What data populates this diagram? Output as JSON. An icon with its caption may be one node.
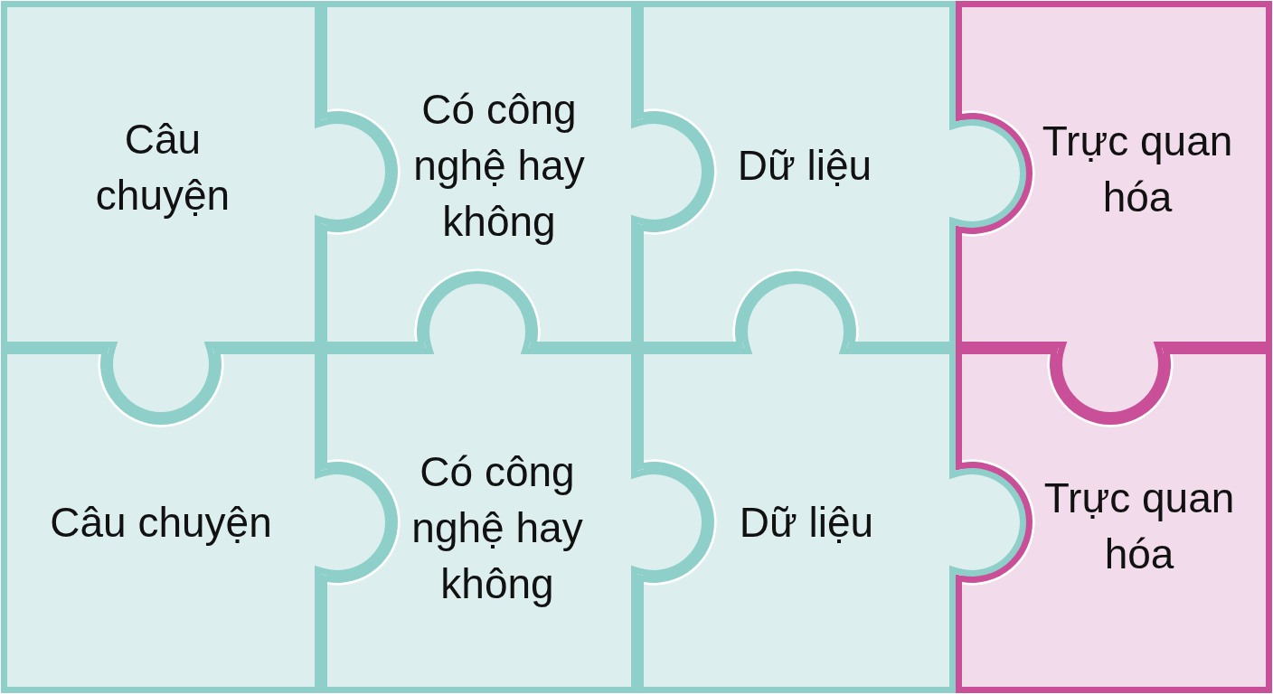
{
  "diagram": {
    "nodes": [
      {
        "text": [
          "Câu chuyện"
        ]
      },
      {
        "text": [
          "Có công nghệ hay không"
        ]
      },
      {
        "text": [
          "Dữ liệu"
        ]
      },
      {
        "text": [
          "Trực quan hóa"
        ]
      },
      {
        "text": [
          "Câu chuyện"
        ]
      },
      {
        "text": [
          "Có công nghệ hay không"
        ]
      },
      {
        "text": [
          "Dữ liệu"
        ]
      },
      {
        "text": [
          "Trực quan hóa"
        ]
      }
    ]
  }
}
